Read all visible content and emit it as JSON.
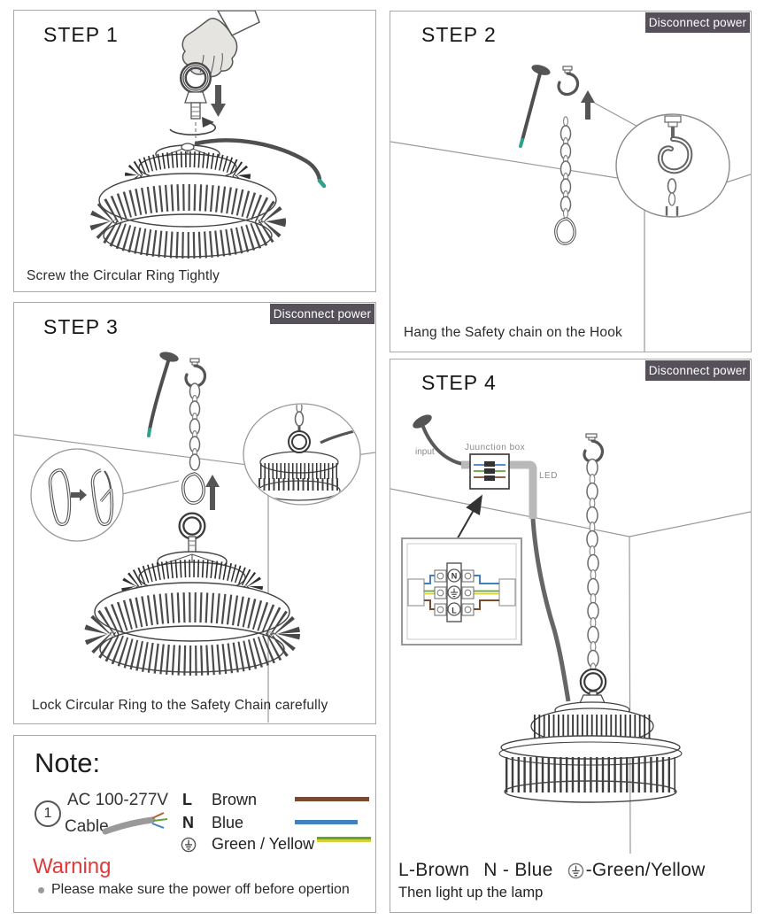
{
  "document": {
    "background": "#ffffff"
  },
  "steps": [
    {
      "title": "STEP 1",
      "caption": "Screw the Circular Ring Tightly"
    },
    {
      "title": "STEP 2",
      "badge": "Disconnect power",
      "caption": "Hang the Safety chain on the Hook"
    },
    {
      "title": "STEP 3",
      "badge": "Disconnect power",
      "caption": "Lock Circular Ring to the Safety Chain carefully"
    },
    {
      "title": "STEP 4",
      "badge": "Disconnect power",
      "labels": {
        "input": "input",
        "junction_box": "Juunction box",
        "led": "LED",
        "terminal_top": "N",
        "terminal_bottom": "L"
      },
      "caption": {
        "l": "L-Brown",
        "n": "N - Blue",
        "earth_suffix": "-Green/Yellow",
        "line2": "Then light up the lamp"
      }
    }
  ],
  "note": {
    "heading": "Note:",
    "item_number": "1",
    "voltage": "AC 100-277V",
    "cable_label": "Cable",
    "legend": [
      {
        "symbol": "L",
        "name": "Brown",
        "color": "#7a4a2e"
      },
      {
        "symbol": "N",
        "name": "Blue",
        "color": "#3f81c1"
      },
      {
        "symbol": "earth",
        "name": "Green / Yellow",
        "color_green": "#63a532",
        "color_yellow": "#d8d03a"
      }
    ],
    "warning": {
      "title": "Warning",
      "text": "Please make sure the power off before opertion",
      "color": "#e03a3a"
    }
  },
  "palette": {
    "badge_bg": "#55505a",
    "badge_text": "#ffffff",
    "panel_border": "#a9a9a9",
    "drawing_dark": "#4f4f4f",
    "cable_tip_teal": "#2fa08c",
    "wire_gray": "#b9b9b9",
    "label_gray": "#8a8a8a"
  }
}
